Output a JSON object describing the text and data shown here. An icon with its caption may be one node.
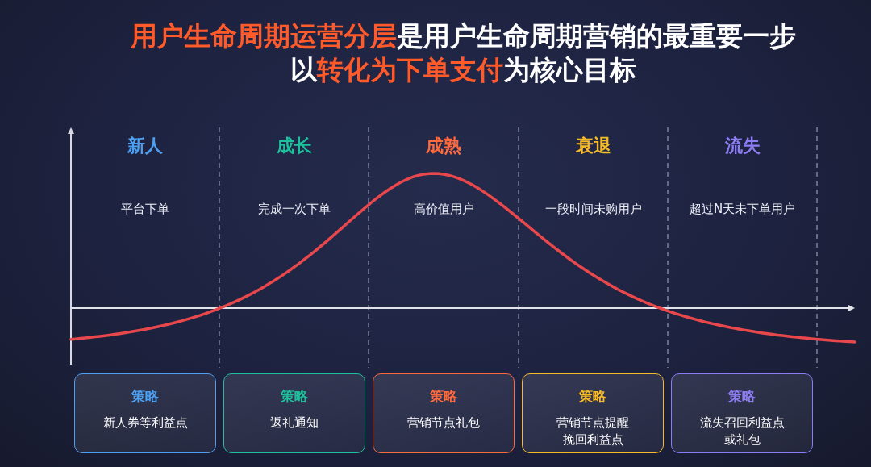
{
  "diagram": {
    "title": "**用户生命周期运营分层**是用户生命周期营销的最重要一步以**转化为下单支付**为核心目标",
    "nodes": [
      {
        "text": [
          "策略",
          "新人券等利益点"
        ]
      },
      {
        "text": [
          "策略",
          "返礼通知"
        ]
      },
      {
        "text": [
          "策略",
          "营销节点礼包"
        ]
      },
      {
        "text": [
          "策略",
          "营销节点提醒挽回利益点"
        ]
      },
      {
        "text": [
          "策略",
          "流失召回利益点或礼包"
        ]
      }
    ],
    "labels": [
      "新人",
      "成长",
      "成熟",
      "衰退",
      "流失",
      "平台下单",
      "完成一次下单",
      "高价值用户",
      "一段时间未购用户",
      "超过N天未下单用户"
    ]
  }
}
